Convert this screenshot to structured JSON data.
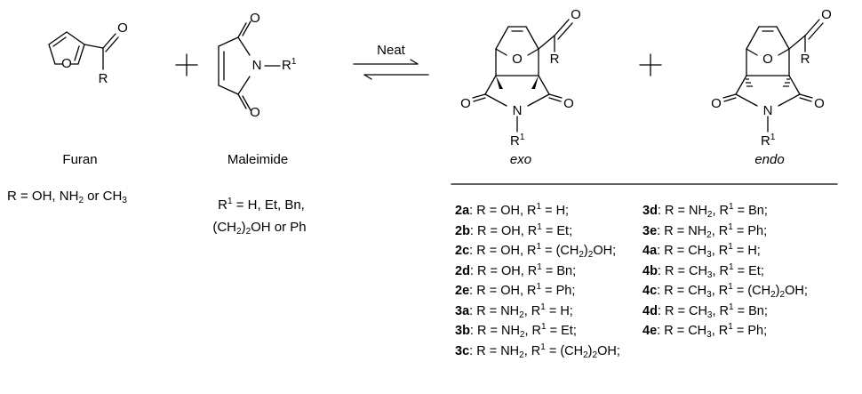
{
  "scheme": {
    "reagent_1": {
      "name": "Furan",
      "substituents": {
        "prefix": "R = OH, NH",
        "sub1": "2",
        "mid": " or CH",
        "sub2": "3"
      }
    },
    "reagent_2": {
      "name": "Maleimide",
      "substituents_line1": {
        "sup": "1",
        "rest": " = H, Et, Bn,"
      },
      "substituents_line2": {
        "open": "(CH",
        "sub": "2",
        "close": ")",
        "sub2": "2",
        "rest": "OH or Ph"
      }
    },
    "plus": "+",
    "arrow_label": "Neat",
    "product_1": {
      "name": "exo"
    },
    "product_2": {
      "name": "endo"
    },
    "atoms": {
      "O": "O",
      "N": "N",
      "R": "R",
      "R1_base": "R",
      "R1_sup": "1"
    },
    "compounds": [
      {
        "id": "2a",
        "r": "OH",
        "r_sub": "",
        "r1": "H",
        "r1_sub": "",
        "r1_rest": ""
      },
      {
        "id": "2b",
        "r": "OH",
        "r_sub": "",
        "r1": "Et",
        "r1_sub": "",
        "r1_rest": ""
      },
      {
        "id": "2c",
        "r": "OH",
        "r_sub": "",
        "r1": "(CH",
        "r1_sub": "2",
        "r1_rest": ")2OH"
      },
      {
        "id": "2d",
        "r": "OH",
        "r_sub": "",
        "r1": "Bn",
        "r1_sub": "",
        "r1_rest": ""
      },
      {
        "id": "2e",
        "r": "OH",
        "r_sub": "",
        "r1": "Ph",
        "r1_sub": "",
        "r1_rest": ""
      },
      {
        "id": "3a",
        "r": "NH",
        "r_sub": "2",
        "r1": "H",
        "r1_sub": "",
        "r1_rest": ""
      },
      {
        "id": "3b",
        "r": "NH",
        "r_sub": "2",
        "r1": "Et",
        "r1_sub": "",
        "r1_rest": ""
      },
      {
        "id": "3c",
        "r": "NH",
        "r_sub": "2",
        "r1": "(CH",
        "r1_sub": "2",
        "r1_rest": ")2OH"
      },
      {
        "id": "3d",
        "r": "NH",
        "r_sub": "2",
        "r1": "Bn",
        "r1_sub": "",
        "r1_rest": ""
      },
      {
        "id": "3e",
        "r": "NH",
        "r_sub": "2",
        "r1": "Ph",
        "r1_sub": "",
        "r1_rest": ""
      },
      {
        "id": "4a",
        "r": "CH",
        "r_sub": "3",
        "r1": "H",
        "r1_sub": "",
        "r1_rest": ""
      },
      {
        "id": "4b",
        "r": "CH",
        "r_sub": "3",
        "r1": "Et",
        "r1_sub": "",
        "r1_rest": ""
      },
      {
        "id": "4c",
        "r": "CH",
        "r_sub": "3",
        "r1": "(CH",
        "r1_sub": "2",
        "r1_rest": ")2OH"
      },
      {
        "id": "4d",
        "r": "CH",
        "r_sub": "3",
        "r1": "Bn",
        "r1_sub": "",
        "r1_rest": ""
      },
      {
        "id": "4e",
        "r": "CH",
        "r_sub": "3",
        "r1": "Ph",
        "r1_sub": "",
        "r1_rest": ""
      }
    ]
  }
}
